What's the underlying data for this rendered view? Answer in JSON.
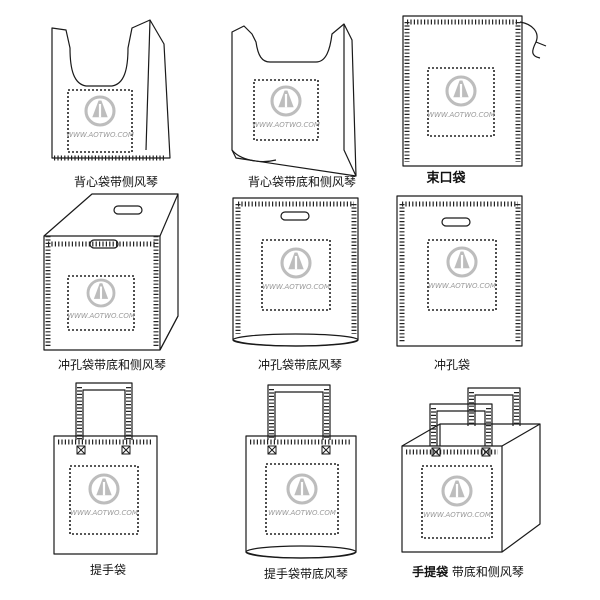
{
  "colors": {
    "outline": "#1a1a1a",
    "stitch": "#222222",
    "logo": "#bdbdbd",
    "logo_text": "#9a9a9a",
    "background": "#ffffff"
  },
  "watermark": "WWW.AOTWO.COM",
  "captions": {
    "c1": "背心袋带侧风琴",
    "c2": "背心袋带底和侧风琴",
    "c3": "束口袋",
    "c4": "冲孔袋带底和侧风琴",
    "c5": "冲孔袋带底风琴",
    "c6": "冲孔袋",
    "c7": "提手袋",
    "c8": "提手袋带底风琴",
    "c9_bold": "手提袋",
    "c9_rest": " 带底和侧风琴"
  }
}
